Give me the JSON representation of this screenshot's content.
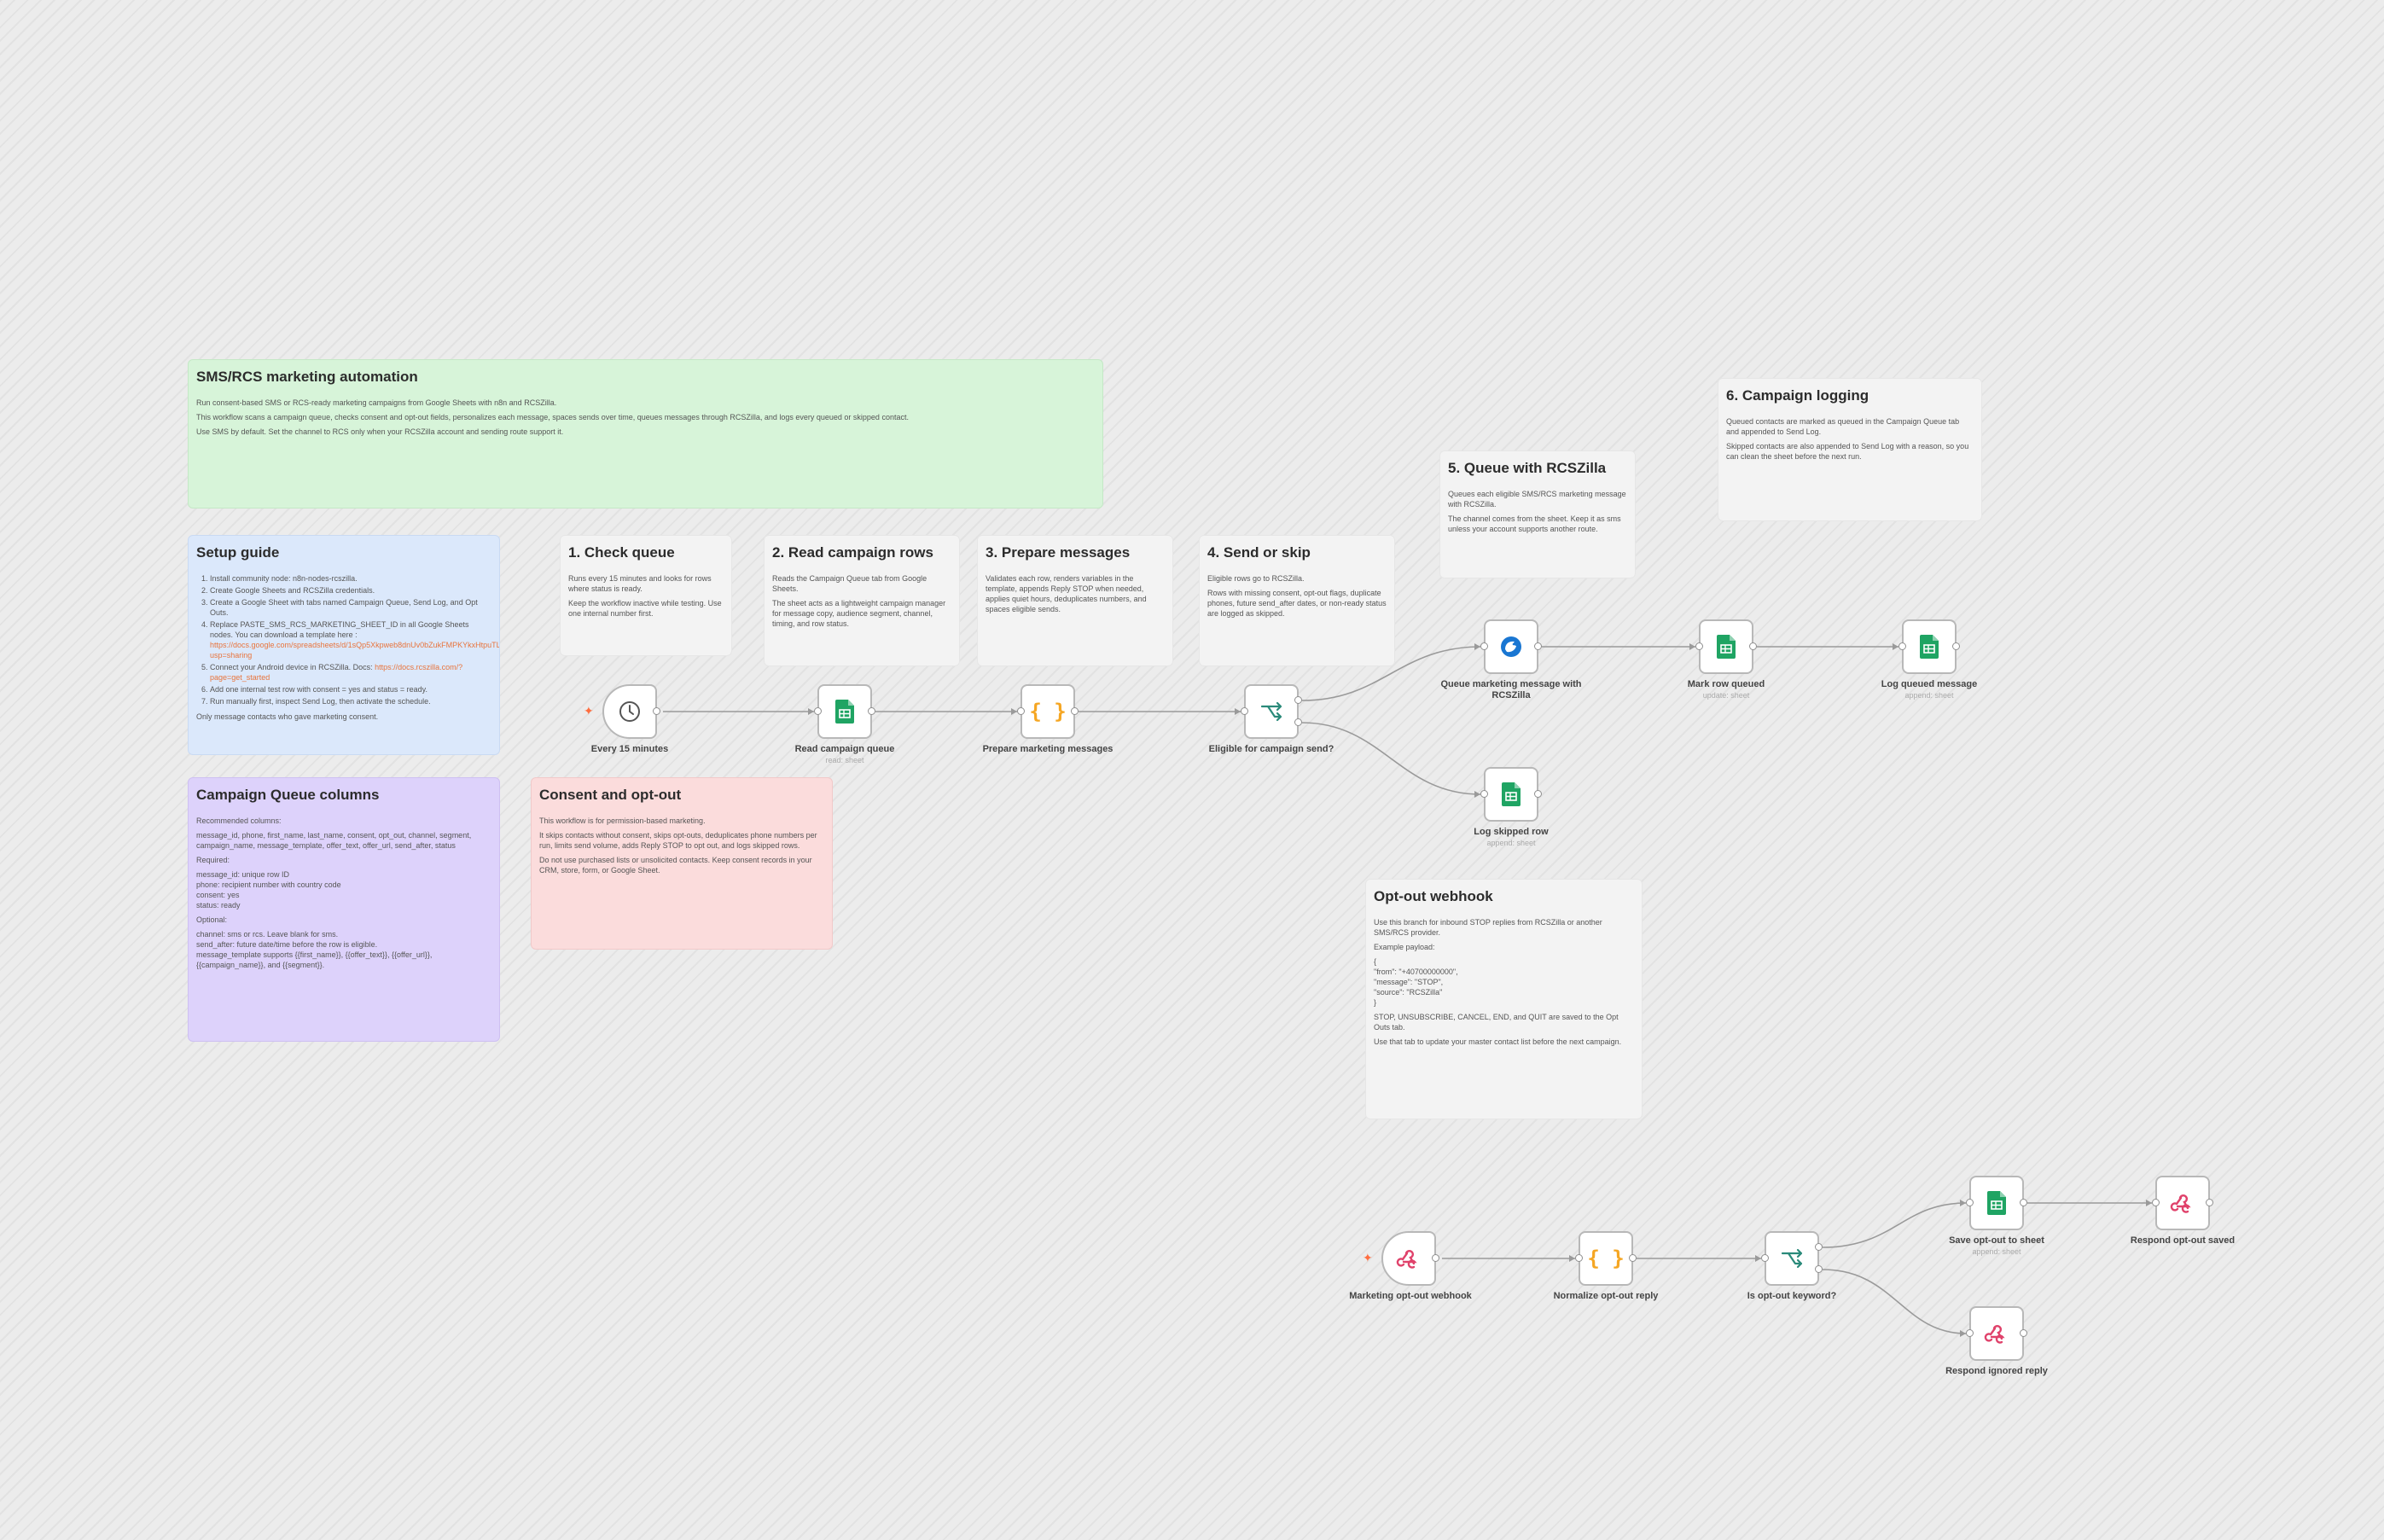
{
  "stickies": {
    "main": {
      "title": "SMS/RCS marketing automation",
      "p1": "Run consent-based SMS or RCS-ready marketing campaigns from Google Sheets with n8n and RCSZilla.",
      "p2": "This workflow scans a campaign queue, checks consent and opt-out fields, personalizes each message, spaces sends over time, queues messages through RCSZilla, and logs every queued or skipped contact.",
      "p3": "Use SMS by default. Set the channel to RCS only when your RCSZilla account and sending route support it."
    },
    "setup": {
      "title": "Setup guide",
      "steps": [
        "Install community node: n8n-nodes-rcszilla.",
        "Create Google Sheets and RCSZilla credentials.",
        "Create a Google Sheet with tabs named Campaign Queue, Send Log, and Opt Outs.",
        "Replace PASTE_SMS_RCS_MARKETING_SHEET_ID in all Google Sheets nodes. You can download a template here :",
        "Connect your Android device in RCSZilla. Docs:",
        "Add one internal test row with consent = yes and status = ready.",
        "Run manually first, inspect Send Log, then activate the schedule."
      ],
      "template_link": "https://docs.google.com/spreadsheets/d/1sQp5Xkpweb8dnUv0bZukFMPKYkxHtpuTL2vbkGJDm93Q/edit?usp=sharing",
      "docs_link": "https://docs.rcszilla.com/?page=get_started",
      "note": "Only message contacts who gave marketing consent."
    },
    "columns": {
      "title": "Campaign Queue columns",
      "l1": "Recommended columns:",
      "l2": "message_id, phone, first_name, last_name, consent, opt_out, channel, segment, campaign_name, message_template, offer_text, offer_url, send_after, status",
      "l3": "Required:",
      "l4": "message_id: unique row ID",
      "l5": "phone: recipient number with country code",
      "l6": "consent: yes",
      "l7": "status: ready",
      "l8": "Optional:",
      "l9": "channel: sms or rcs. Leave blank for sms.",
      "l10": "send_after: future date/time before the row is eligible.",
      "l11": "message_template supports {{first_name}}, {{offer_text}}, {{offer_url}}, {{campaign_name}}, and {{segment}}."
    },
    "consent": {
      "title": "Consent and opt-out",
      "p1": "This workflow is for permission-based marketing.",
      "p2": "It skips contacts without consent, skips opt-outs, deduplicates phone numbers per run, limits send volume, adds Reply STOP to opt out, and logs skipped rows.",
      "p3": "Do not use purchased lists or unsolicited contacts. Keep consent records in your CRM, store, form, or Google Sheet."
    },
    "s1": {
      "title": "1. Check queue",
      "p1": "Runs every 15 minutes and looks for rows where status is ready.",
      "p2": "Keep the workflow inactive while testing. Use one internal number first."
    },
    "s2": {
      "title": "2. Read campaign rows",
      "p1": "Reads the Campaign Queue tab from Google Sheets.",
      "p2": "The sheet acts as a lightweight campaign manager for message copy, audience segment, channel, timing, and row status."
    },
    "s3": {
      "title": "3. Prepare messages",
      "p1": "Validates each row, renders variables in the template, appends Reply STOP when needed, applies quiet hours, deduplicates numbers, and spaces eligible sends."
    },
    "s4": {
      "title": "4. Send or skip",
      "p1": "Eligible rows go to RCSZilla.",
      "p2": "Rows with missing consent, opt-out flags, duplicate phones, future send_after dates, or non-ready status are logged as skipped."
    },
    "s5": {
      "title": "5. Queue with RCSZilla",
      "p1": "Queues each eligible SMS/RCS marketing message with RCSZilla.",
      "p2": "The channel comes from the sheet. Keep it as sms unless your account supports another route."
    },
    "s6": {
      "title": "6. Campaign logging",
      "p1": "Queued contacts are marked as queued in the Campaign Queue tab and appended to Send Log.",
      "p2": "Skipped contacts are also appended to Send Log with a reason, so you can clean the sheet before the next run."
    },
    "optout": {
      "title": "Opt-out webhook",
      "p1": "Use this branch for inbound STOP replies from RCSZilla or another SMS/RCS provider.",
      "p2": "Example payload:",
      "code": [
        "{",
        "\"from\": \"+40700000000\",",
        "\"message\": \"STOP\",",
        "\"source\": \"RCSZilla\"",
        "}"
      ],
      "p3": "STOP, UNSUBSCRIBE, CANCEL, END, and QUIT are saved to the Opt Outs tab.",
      "p4": "Use that tab to update your master contact list before the next campaign."
    }
  },
  "nodes": {
    "n1": {
      "label": "Every 15 minutes",
      "icon": "clock-icon"
    },
    "n2": {
      "label": "Read campaign queue",
      "sub": "read: sheet",
      "icon": "google-sheets-icon"
    },
    "n3": {
      "label": "Prepare marketing messages",
      "icon": "code-braces-icon"
    },
    "n4": {
      "label": "Eligible for campaign send?",
      "icon": "if-branch-icon"
    },
    "n5": {
      "label": "Queue marketing message with RCSZilla",
      "icon": "rcszilla-icon"
    },
    "n6": {
      "label": "Mark row queued",
      "sub": "update: sheet",
      "icon": "google-sheets-icon"
    },
    "n7": {
      "label": "Log queued message",
      "sub": "append: sheet",
      "icon": "google-sheets-icon"
    },
    "n8": {
      "label": "Log skipped row",
      "sub": "append: sheet",
      "icon": "google-sheets-icon"
    },
    "n9": {
      "label": "Marketing opt-out webhook",
      "icon": "webhook-icon"
    },
    "n10": {
      "label": "Normalize opt-out reply",
      "icon": "code-braces-icon"
    },
    "n11": {
      "label": "Is opt-out keyword?",
      "icon": "if-branch-icon"
    },
    "n12": {
      "label": "Save opt-out to sheet",
      "sub": "append: sheet",
      "icon": "google-sheets-icon"
    },
    "n13": {
      "label": "Respond opt-out saved",
      "icon": "webhook-icon"
    },
    "n14": {
      "label": "Respond ignored reply",
      "icon": "webhook-icon"
    }
  },
  "colors": {
    "sheets": "#1fa463",
    "code": "#f5a623",
    "if": "#2a8a7a",
    "webhook": "#e0426b",
    "rcszilla": "#1976d2",
    "trigger_spark": "#ff6d3f"
  }
}
